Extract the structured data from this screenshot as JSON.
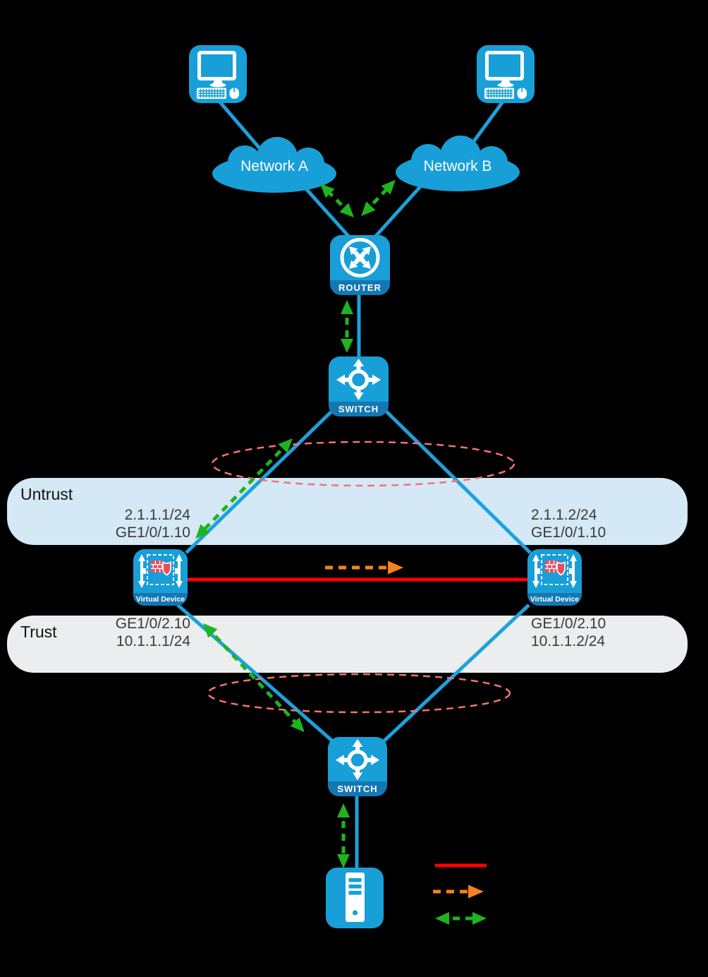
{
  "zones": {
    "untrust": {
      "label": "Untrust"
    },
    "trust": {
      "label": "Trust"
    }
  },
  "nodes": {
    "network_a": {
      "label": "Network A"
    },
    "network_b": {
      "label": "Network B"
    },
    "router": {
      "label": "ROUTER"
    },
    "switch_top": {
      "label": "SWITCH"
    },
    "vd_left": {
      "label": "Virtual Device"
    },
    "vd_right": {
      "label": "Virtual Device"
    },
    "switch_bottom": {
      "label": "SWITCH"
    }
  },
  "icons": {
    "pc_a": "workstation-icon",
    "pc_b": "workstation-icon",
    "network_a": "cloud-icon",
    "network_b": "cloud-icon",
    "router": "router-icon",
    "switch_top": "switch-icon",
    "vd_left": "virtual-firewall-icon",
    "vd_right": "virtual-firewall-icon",
    "switch_bottom": "switch-icon",
    "server": "server-icon"
  },
  "interfaces": {
    "vd_left_untrust": {
      "line1": "2.1.1.1/24",
      "line2": "GE1/0/1.10"
    },
    "vd_right_untrust": {
      "line1": "2.1.1.2/24",
      "line2": "GE1/0/1.10"
    },
    "vd_left_trust": {
      "line1": "GE1/0/2.10",
      "line2": "10.1.1.1/24"
    },
    "vd_right_trust": {
      "line1": "GE1/0/2.10",
      "line2": "10.1.1.2/24"
    }
  },
  "legend": {
    "items": [
      {
        "symbol": "solid-line",
        "color": "#FF0000"
      },
      {
        "symbol": "dashed-arrow-right",
        "color": "#F5821F"
      },
      {
        "symbol": "dashed-double-arrow",
        "color": "#1FB41F"
      }
    ]
  },
  "colors": {
    "icon-blue": "#189FD8",
    "label-blue": "#1577B2",
    "line-blue": "#1BA2DC",
    "green": "#1FB41F",
    "orange": "#F5821F",
    "red": "#FF0000",
    "salmon": "#F4736F",
    "untrust-bg": "#D4E8F6",
    "trust-bg": "#ECEDEE",
    "firewall-red": "#E84F5E",
    "text-dark": "#3A3A3A",
    "background": "#000000"
  }
}
